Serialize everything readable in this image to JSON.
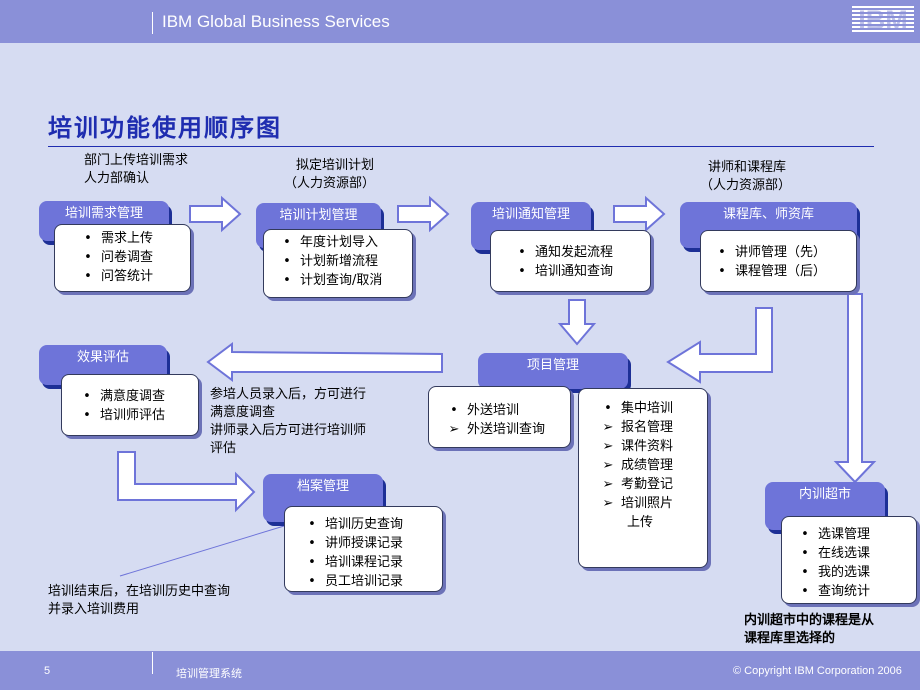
{
  "header": {
    "title": "IBM Global Business Services",
    "logo_text": "IBM"
  },
  "page_title": "培训功能使用顺序图",
  "notes": {
    "step1_line1": "部门上传培训需求",
    "step1_line2": "人力部确认",
    "step2_line1": "拟定培训计划",
    "step2_line2": "（人力资源部）",
    "step4_line1": "讲师和课程库",
    "step4_line2": "（人力资源部）",
    "eval_line1": "参培人员录入后，方可进行",
    "eval_line2": "满意度调查",
    "eval_line3": "讲师录入后方可进行培训师",
    "eval_line4": "评估",
    "archive_line1": "培训结束后，在培训历史中查询",
    "archive_line2": "并录入培训费用",
    "market_line1": "内训超市中的课程是从",
    "market_line2": "课程库里选择的"
  },
  "boxes": {
    "demand": {
      "title": "培训需求管理",
      "items": [
        "需求上传",
        "问卷调查",
        "问答统计"
      ]
    },
    "plan": {
      "title": "培训计划管理",
      "items": [
        "年度计划导入",
        "计划新增流程",
        "计划查询/取消"
      ]
    },
    "notice": {
      "title": "培训通知管理",
      "items": [
        "通知发起流程",
        "培训通知查询"
      ]
    },
    "library": {
      "title": "课程库、师资库",
      "items": [
        "讲师管理（先）",
        "课程管理（后）"
      ]
    },
    "project": {
      "title": "项目管理",
      "external_items": [
        "外送培训",
        "外送培训查询"
      ],
      "central_items": [
        "集中培训",
        "报名管理",
        "课件资料",
        "成绩管理",
        "考勤登记",
        "培训照片"
      ],
      "central_continued": "上传"
    },
    "evaluation": {
      "title": "效果评估",
      "items": [
        "满意度调查",
        "培训师评估"
      ]
    },
    "archive": {
      "title": "档案管理",
      "items": [
        "培训历史查询",
        "讲师授课记录",
        "培训课程记录",
        "员工培训记录"
      ]
    },
    "market": {
      "title": "内训超市",
      "items": [
        "选课管理",
        "在线选课",
        "我的选课",
        "查询统计"
      ]
    }
  },
  "footer": {
    "page_number": "5",
    "section": "培训管理系统",
    "copyright": "© Copyright IBM Corporation 2006"
  },
  "colors": {
    "header_bar": "#8a90d8",
    "background": "#d6dcf2",
    "box_head": "#6e74d9",
    "title": "#1f2db0",
    "arrow": "#6e74d9"
  }
}
